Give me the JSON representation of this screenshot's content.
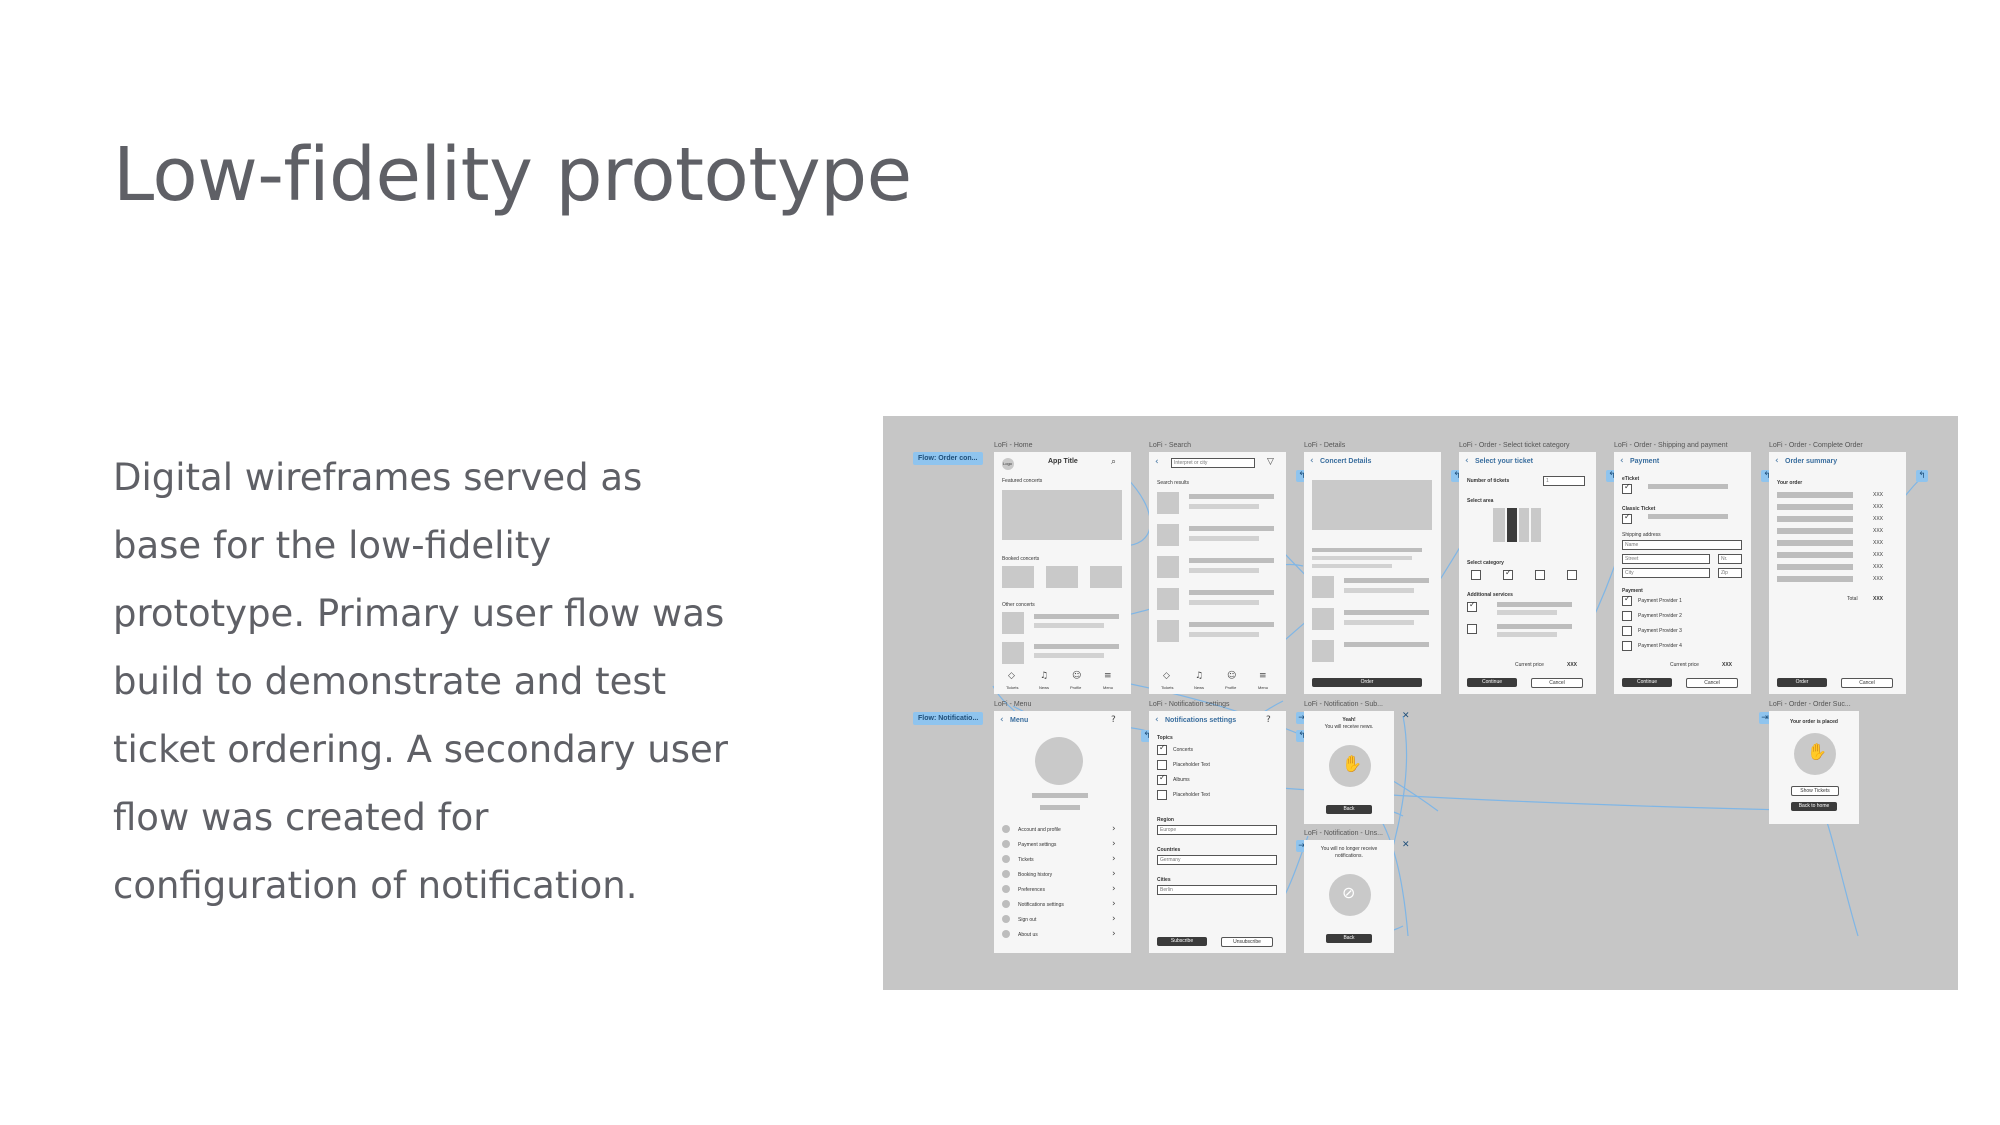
{
  "slide": {
    "title": "Low-fidelity prototype",
    "description": "Digital wireframes served as base for the low-fidelity prototype. Primary user flow was build to demonstrate and test ticket ordering. A secondary user flow was created for configuration of notification."
  },
  "prototype": {
    "canvas_color": "#c6c6c6",
    "link_color": "#7fb6e6",
    "flows": {
      "order": "Flow: Order con...",
      "notification": "Flow: Notificatio..."
    },
    "frames": {
      "home": {
        "label": "LoFi - Home",
        "logo": "Logo",
        "app_title": "App Title",
        "featured": "Featured concerts",
        "booked": "Booked concerts",
        "other": "Other concerts",
        "tabs": [
          "Tickets",
          "News",
          "Profile",
          "Menu"
        ]
      },
      "search": {
        "label": "LoFi - Search",
        "placeholder": "Interpret or city",
        "results": "Search results",
        "tabs": [
          "Tickets",
          "News",
          "Profile",
          "Menu"
        ]
      },
      "details": {
        "label": "LoFi - Details",
        "header": "Concert Details",
        "order": "Order"
      },
      "select_ticket": {
        "label": "LoFi - Order - Select ticket category",
        "header": "Select your ticket",
        "number": "Number of tickets",
        "qty": "1",
        "area": "Select area",
        "category": "Select category",
        "additional": "Additional services",
        "price": "Current price",
        "price_value": "XXX",
        "continue": "Continue",
        "cancel": "Cancel"
      },
      "shipping": {
        "label": "LoFi - Order - Shipping and payment",
        "header": "Payment",
        "eticket": "eTicket",
        "classic": "Classic Ticket",
        "address": "Shipping address",
        "name": "Name",
        "street": "Street",
        "nr": "Nr.",
        "city": "City",
        "zip": "Zip",
        "payment": "Payment",
        "providers": [
          "Payment Provider 1",
          "Payment Provider 2",
          "Payment Provider 3",
          "Payment Provider 4"
        ],
        "price": "Current price",
        "price_value": "XXX",
        "continue": "Continue",
        "cancel": "Cancel"
      },
      "complete": {
        "label": "LoFi - Order - Complete Order",
        "header": "Order summary",
        "your_order": "Your order",
        "total": "Total",
        "value": "XXX",
        "order": "Order",
        "cancel": "Cancel"
      },
      "menu": {
        "label": "LoFi - Menu",
        "header": "Menu",
        "items": [
          "Account and profile",
          "Payment settings",
          "Tickets",
          "Booking history",
          "Preferences",
          "Notifications settings",
          "Sign out",
          "About us"
        ]
      },
      "notif_settings": {
        "label": "LoFi - Notification settings",
        "header": "Notifications settings",
        "topics": "Topics",
        "topic_items": [
          "Concerts",
          "Placeholder Text",
          "Albums",
          "Placeholder Text"
        ],
        "region": "Region",
        "region_value": "Europe",
        "countries": "Countries",
        "country_value": "Germany",
        "cities": "Cities",
        "city_value": "Berlin",
        "subscribe": "Subscribe",
        "unsubscribe": "Unsubscribe"
      },
      "notif_sub": {
        "label": "LoFi - Notification - Sub...",
        "line1": "Yeah!",
        "line2": "You will receive news.",
        "back": "Back"
      },
      "notif_unsub": {
        "label": "LoFi - Notification - Uns...",
        "line1": "You will no longer receive",
        "line2": "notifications.",
        "back": "Back"
      },
      "order_success": {
        "label": "LoFi - Order - Order Suc...",
        "line1": "Your order is placed",
        "show": "Show Tickets",
        "back": "Back to home"
      }
    }
  }
}
